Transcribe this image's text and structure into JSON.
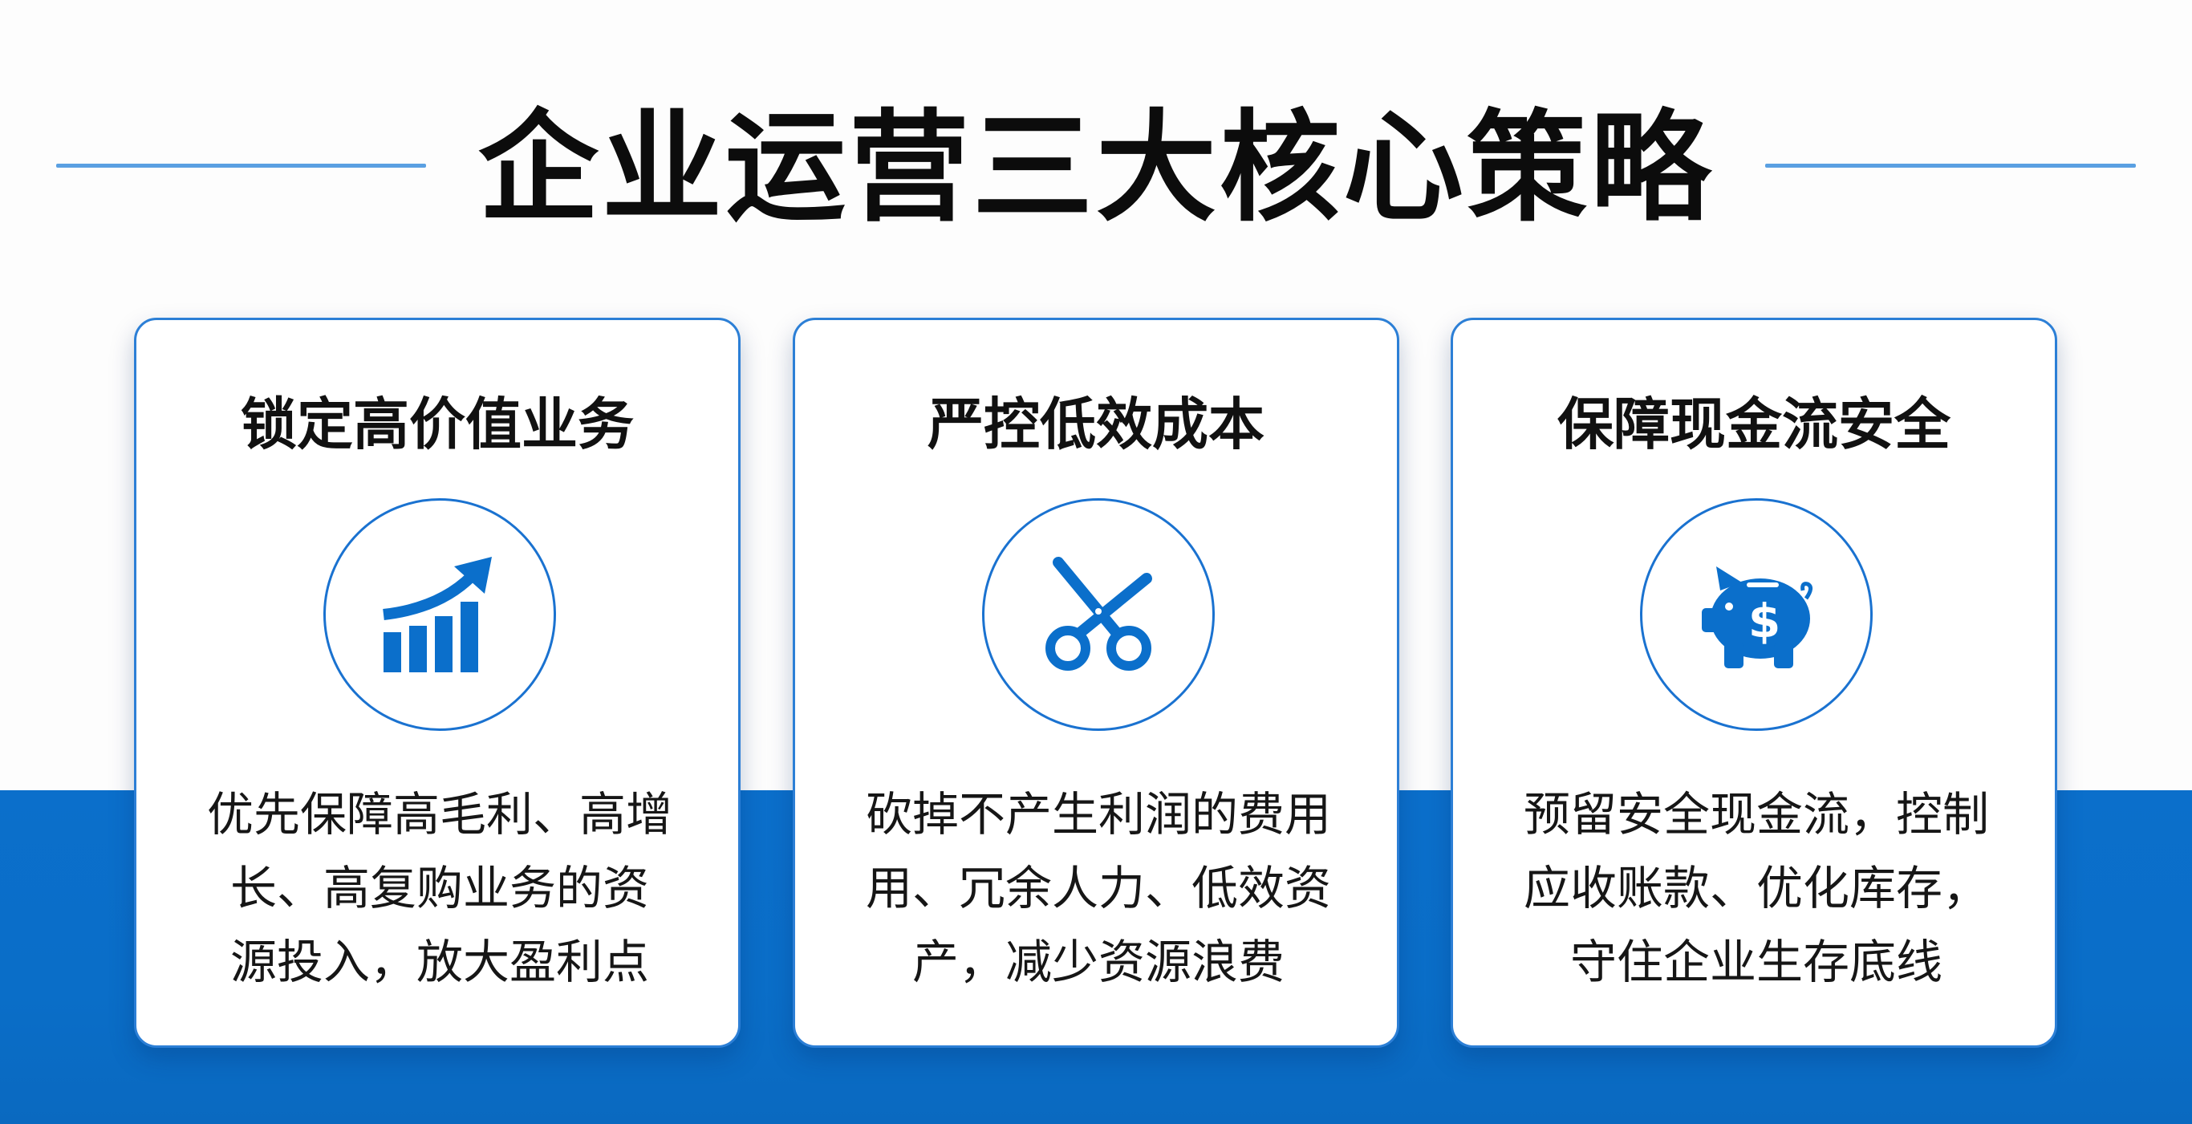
{
  "title": "企业运营三大核心策略",
  "colors": {
    "accent": "#0b6fcb",
    "rule": "#5aa0e2",
    "card_border": "#2c7fd6"
  },
  "cards": [
    {
      "heading": "锁定高价值业务",
      "icon": "growth-chart-icon",
      "lines": [
        "优先保障高毛利、高增",
        "长、高复购业务的资",
        "源投入，放大盈利点"
      ]
    },
    {
      "heading": "严控低效成本",
      "icon": "scissors-icon",
      "lines": [
        "砍掉不产生利润的费用",
        "用、冗余人力、低效资",
        "产，减少资源浪费"
      ]
    },
    {
      "heading": "保障现金流安全",
      "icon": "piggy-bank-icon",
      "lines": [
        "预留安全现金流，控制",
        "应收账款、优化库存，",
        "守住企业生存底线"
      ]
    }
  ]
}
